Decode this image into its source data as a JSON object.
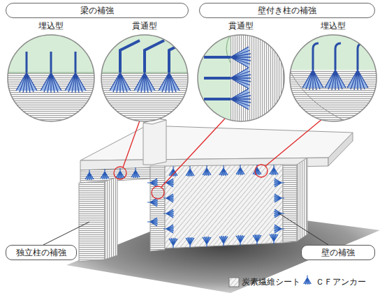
{
  "diagram": {
    "nodes": [
      {
        "text": [
          "梁の補強"
        ]
      },
      {
        "text": [
          "埋込型"
        ]
      },
      {
        "text": [
          "貫通型"
        ]
      },
      {
        "text": [
          "壁付き柱の補強"
        ]
      },
      {
        "text": [
          "貫通型"
        ]
      },
      {
        "text": [
          "埋込型"
        ]
      },
      {
        "text": [
          "独立柱の補強"
        ]
      },
      {
        "text": [
          "壁の補強"
        ]
      }
    ],
    "legend": [
      {
        "text": "炭素繊維シート"
      },
      {
        "text": "ＣＦアンカー"
      }
    ]
  }
}
